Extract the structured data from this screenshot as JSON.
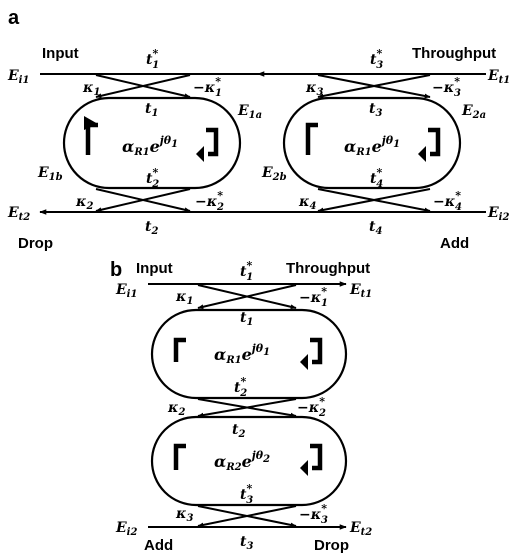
{
  "panels": {
    "a": "a",
    "b": "b"
  },
  "panel_a": {
    "port_labels": {
      "input": "Input",
      "throughput": "Throughput",
      "drop": "Drop",
      "add": "Add"
    },
    "fields": {
      "ei1": {
        "base": "E",
        "sub": "i1"
      },
      "et1": {
        "base": "E",
        "sub": "t1"
      },
      "et2": {
        "base": "E",
        "sub": "t2"
      },
      "ei2": {
        "base": "E",
        "sub": "i2"
      },
      "e1a": {
        "base": "E",
        "sub": "1a"
      },
      "e1b": {
        "base": "E",
        "sub": "1b"
      },
      "e2a": {
        "base": "E",
        "sub": "2a"
      },
      "e2b": {
        "base": "E",
        "sub": "2b"
      }
    },
    "coefficients": {
      "t1s": {
        "base": "t",
        "sub": "1",
        "sup": "*"
      },
      "t1": {
        "base": "t",
        "sub": "1"
      },
      "k1": {
        "base": "κ",
        "sub": "1"
      },
      "mk1s": {
        "base": "−κ",
        "sub": "1",
        "sup": "*"
      },
      "t2s": {
        "base": "t",
        "sub": "2",
        "sup": "*"
      },
      "t2": {
        "base": "t",
        "sub": "2"
      },
      "k2": {
        "base": "κ",
        "sub": "2"
      },
      "mk2s": {
        "base": "−κ",
        "sub": "2",
        "sup": "*"
      },
      "t3s": {
        "base": "t",
        "sub": "3",
        "sup": "*"
      },
      "t3": {
        "base": "t",
        "sub": "3"
      },
      "k3": {
        "base": "κ",
        "sub": "3"
      },
      "mk3s": {
        "base": "−κ",
        "sub": "3",
        "sup": "*"
      },
      "t4s": {
        "base": "t",
        "sub": "4",
        "sup": "*"
      },
      "t4": {
        "base": "t",
        "sub": "4"
      },
      "k4": {
        "base": "κ",
        "sub": "4"
      },
      "mk4s": {
        "base": "−κ",
        "sub": "4",
        "sup": "*"
      }
    },
    "ring_expressions": {
      "ring1": {
        "base": "α",
        "sub": "R1",
        "e": "e",
        "sup": "jθ",
        "supsub": "1"
      },
      "ring2": {
        "base": "α",
        "sub": "R1",
        "e": "e",
        "sup": "jθ",
        "supsub": "1"
      }
    }
  },
  "panel_b": {
    "port_labels": {
      "input": "Input",
      "throughput": "Throughput",
      "add": "Add",
      "drop": "Drop"
    },
    "fields": {
      "ei1": {
        "base": "E",
        "sub": "i1"
      },
      "et1": {
        "base": "E",
        "sub": "t1"
      },
      "ei2": {
        "base": "E",
        "sub": "i2"
      },
      "et2": {
        "base": "E",
        "sub": "t2"
      }
    },
    "coefficients": {
      "t1s": {
        "base": "t",
        "sub": "1",
        "sup": "*"
      },
      "k1": {
        "base": "κ",
        "sub": "1"
      },
      "mk1s": {
        "base": "−κ",
        "sub": "1",
        "sup": "*"
      },
      "t1": {
        "base": "t",
        "sub": "1"
      },
      "t2s": {
        "base": "t",
        "sub": "2",
        "sup": "*"
      },
      "k2": {
        "base": "κ",
        "sub": "2"
      },
      "mk2s": {
        "base": "−κ",
        "sub": "2",
        "sup": "*"
      },
      "t2": {
        "base": "t",
        "sub": "2"
      },
      "t3s": {
        "base": "t",
        "sub": "3",
        "sup": "*"
      },
      "k3": {
        "base": "κ",
        "sub": "3"
      },
      "mk3s": {
        "base": "−κ",
        "sub": "3",
        "sup": "*"
      },
      "t3": {
        "base": "t",
        "sub": "3"
      }
    },
    "ring_expressions": {
      "ring1": {
        "base": "α",
        "sub": "R1",
        "e": "e",
        "sup": "jθ",
        "supsub": "1"
      },
      "ring2": {
        "base": "α",
        "sub": "R2",
        "e": "e",
        "sup": "jθ",
        "supsub": "2"
      }
    }
  }
}
